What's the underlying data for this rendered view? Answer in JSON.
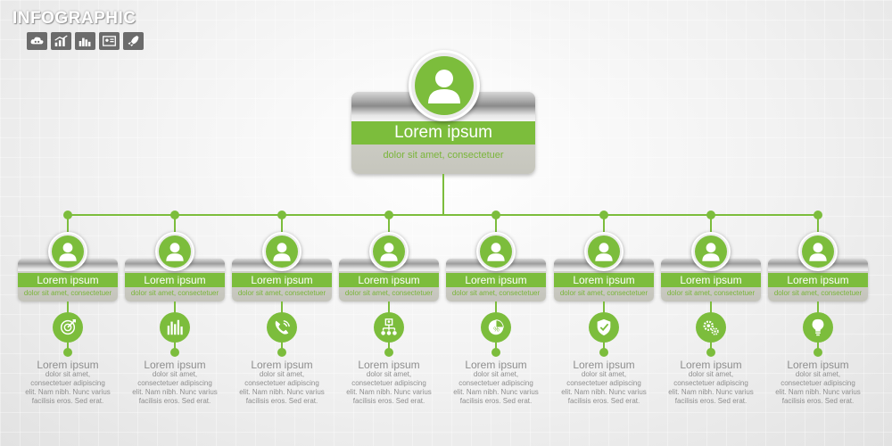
{
  "header": {
    "title": "INFOGRAPHIC"
  },
  "toolbar": [
    {
      "icon": "cloud-people-icon"
    },
    {
      "icon": "growth-chart-icon"
    },
    {
      "icon": "bar-chart-icon"
    },
    {
      "icon": "id-card-icon"
    },
    {
      "icon": "rocket-icon"
    }
  ],
  "root": {
    "title": "Lorem ipsum",
    "subtitle": "dolor sit amet, consectetuer"
  },
  "nodes": [
    {
      "title": "Lorem ipsum",
      "subtitle": "dolor sit amet, consectetuer",
      "icon": "target-icon",
      "item_title": "Lorem ipsum",
      "item_body": [
        "dolor sit amet,",
        "consectetuer adipiscing",
        "elit. Nam nibh. Nunc varius",
        "facilisis eros. Sed erat."
      ]
    },
    {
      "title": "Lorem ipsum",
      "subtitle": "dolor sit amet, consectetuer",
      "icon": "equalizer-icon",
      "item_title": "Lorem ipsum",
      "item_body": [
        "dolor sit amet,",
        "consectetuer adipiscing",
        "elit. Nam nibh. Nunc varius",
        "facilisis eros. Sed erat."
      ]
    },
    {
      "title": "Lorem ipsum",
      "subtitle": "dolor sit amet, consectetuer",
      "icon": "phone-icon",
      "item_title": "Lorem ipsum",
      "item_body": [
        "dolor sit amet,",
        "consectetuer adipiscing",
        "elit. Nam nibh. Nunc varius",
        "facilisis eros. Sed erat."
      ]
    },
    {
      "title": "Lorem ipsum",
      "subtitle": "dolor sit amet, consectetuer",
      "icon": "network-icon",
      "item_title": "Lorem ipsum",
      "item_body": [
        "dolor sit amet,",
        "consectetuer adipiscing",
        "elit. Nam nibh. Nunc varius",
        "facilisis eros. Sed erat."
      ]
    },
    {
      "title": "Lorem ipsum",
      "subtitle": "dolor sit amet, consectetuer",
      "icon": "percent-pie-icon",
      "item_title": "Lorem ipsum",
      "item_body": [
        "dolor sit amet,",
        "consectetuer adipiscing",
        "elit. Nam nibh. Nunc varius",
        "facilisis eros. Sed erat."
      ]
    },
    {
      "title": "Lorem ipsum",
      "subtitle": "dolor sit amet, consectetuer",
      "icon": "shield-icon",
      "item_title": "Lorem ipsum",
      "item_body": [
        "dolor sit amet,",
        "consectetuer adipiscing",
        "elit. Nam nibh. Nunc varius",
        "facilisis eros. Sed erat."
      ]
    },
    {
      "title": "Lorem ipsum",
      "subtitle": "dolor sit amet, consectetuer",
      "icon": "gears-icon",
      "item_title": "Lorem ipsum",
      "item_body": [
        "dolor sit amet,",
        "consectetuer adipiscing",
        "elit. Nam nibh. Nunc varius",
        "facilisis eros. Sed erat."
      ]
    },
    {
      "title": "Lorem ipsum",
      "subtitle": "dolor sit amet, consectetuer",
      "icon": "lightbulb-icon",
      "item_title": "Lorem ipsum",
      "item_body": [
        "dolor sit amet,",
        "consectetuer adipiscing",
        "elit. Nam nibh. Nunc varius",
        "facilisis eros. Sed erat."
      ]
    }
  ],
  "colors": {
    "accent": "#7cbd3c",
    "text_gray": "#8e8e8e",
    "box": "#c9c9c0"
  }
}
